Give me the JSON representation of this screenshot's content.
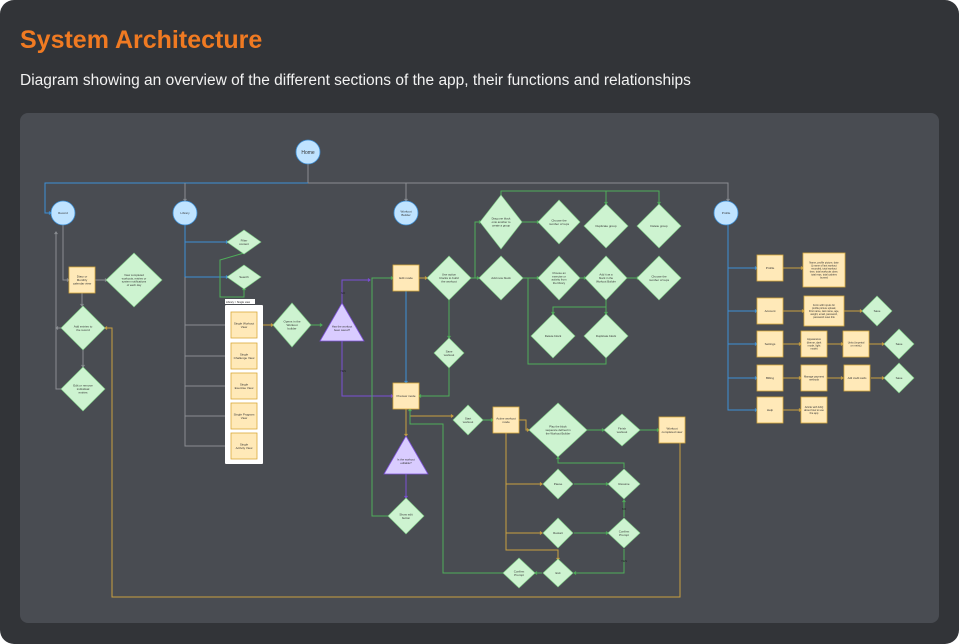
{
  "header": {
    "title": "System Architecture",
    "subtitle": "Diagram showing an overview of the different sections of the app, their functions and relationships"
  },
  "colors": {
    "accent": "#f07a22",
    "circle": "#bfe3ff",
    "rect": "#ffe9b8",
    "diamond": "#cdf3d0",
    "triangle": "#d9ccff",
    "blue_line": "#3d8fd6",
    "green_line": "#4fae5a",
    "gold_line": "#c9a040",
    "purple_line": "#7b4fd6",
    "gray_line": "#8a8d92"
  },
  "diagram": {
    "home": "Home",
    "record": "Record",
    "library": "Library",
    "workout_builder": "Workout Builder",
    "profile": "Profile",
    "diary_view": "Diary or Monthly calendar view",
    "view_completed": "View completed workouts, entries or system notifications of each day",
    "add_entries": "Add entries to the record",
    "edit_entries": "Edit or remove individual entries",
    "filter": "Filter content",
    "search": "Search",
    "single_view_group": "Library > Single view",
    "single_workout": "Single Workout View",
    "single_challenge": "Single Challenge View",
    "single_exercise": "Single Exercise View",
    "single_program": "Single Program View",
    "single_activity": "Single Activity View",
    "opens_in_builder": "Opens in the Workout builder",
    "has_been_saved": "Has the workout been saved?",
    "no_label": "NO",
    "yes_label": "YES",
    "edit_mode": "Edit mode",
    "use_action_blocks": "Use action blocks to build the workout",
    "save_workout": "Save workout",
    "preview_mode": "Preview mode",
    "drag_block": "Drag one block onto another to create a group",
    "choose_reps_group": "Choose the number of reps",
    "duplicate_group": "Duplicate group",
    "delete_group": "Delete group",
    "add_new_block": "Add new block",
    "choose_exercise": "Choose an exercise or activity from the library",
    "add_as_block": "Add it as a block in the Workout Builder",
    "choose_reps_block": "Choose the number of reps",
    "delete_block": "Delete block",
    "duplicate_block": "Duplicate block",
    "start_workout": "Start workout",
    "is_editable": "Is the workout editable?",
    "show_edit_button": "Show edit button",
    "active_mode": "Active workout mode",
    "play_sequence": "Play the block sequence defined in the Workout Builder",
    "finish_workout": "Finish workout",
    "completed_view": "Workout completed view",
    "pause": "Pause",
    "resume": "Resume",
    "restart": "Restart",
    "confirm_prompt_1": "Confirm Prompt",
    "no_label_2": "NO",
    "yes_label_2": "YES",
    "exit": "Exit",
    "confirm_prompt_2": "Confirm Prompt",
    "p_profile": "Profile",
    "p_profile_desc": "Name, profile picture, date & name of last workout recorded, total workout time, total workouts done, total reps, total calories burned",
    "p_account": "Account",
    "p_account_desc": "Form with inputs for profile picture upload, First name, last name, age, weight, email, password, password reset link",
    "p_account_save": "Save",
    "p_settings": "Settings",
    "p_appearance": "Appearance (theme, dark mode, light mode)",
    "p_units": "Units (imperial or metric)",
    "p_settings_save": "Save",
    "p_billing": "Billing",
    "p_manage_payment": "Manage payment methods",
    "p_add_cards": "Add credit cards",
    "p_billing_save": "Save",
    "p_help": "Help",
    "p_article": "Article with FAQ about how to use the app"
  }
}
